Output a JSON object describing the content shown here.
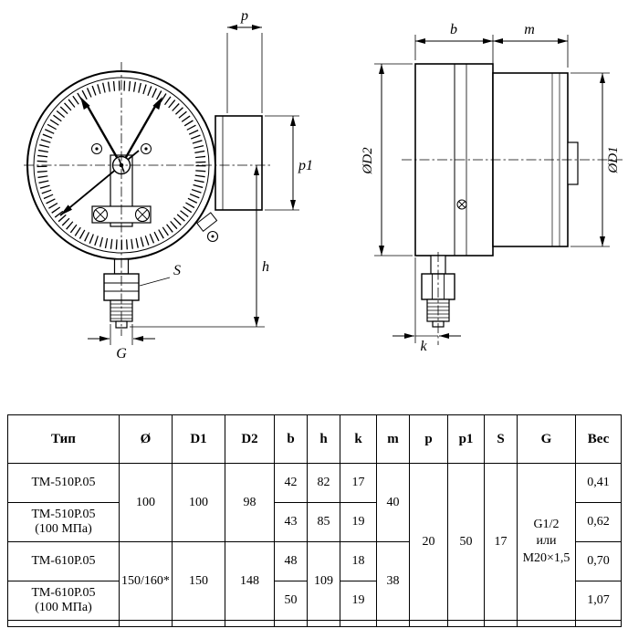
{
  "drawing": {
    "front_labels": {
      "p": "p",
      "p1": "p1",
      "h": "h",
      "s": "S",
      "g": "G"
    },
    "side_labels": {
      "b": "b",
      "m": "m",
      "d2": "ØD2",
      "d1": "ØD1",
      "k": "k"
    }
  },
  "table": {
    "headers": [
      "Тип",
      "Ø",
      "D1",
      "D2",
      "b",
      "h",
      "k",
      "m",
      "p",
      "p1",
      "S",
      "G",
      "Вес"
    ],
    "rows": [
      {
        "tip": "ТМ-510Р.05",
        "o": "100",
        "d1": "100",
        "d2": "98",
        "b": "42",
        "h": "82",
        "k": "17",
        "m": "40",
        "p": "20",
        "p1": "50",
        "s": "17",
        "g": [
          "G1/2",
          "или",
          "M20×1,5"
        ],
        "ves": "0,41"
      },
      {
        "tip": "ТМ-510Р.05",
        "tip2": "(100 МПа)",
        "b": "43",
        "h": "85",
        "k": "19",
        "ves": "0,62"
      },
      {
        "tip": "ТМ-610Р.05",
        "o": "150/160*",
        "d1": "150",
        "d2": "148",
        "b": "48",
        "h": "109",
        "k": "18",
        "m": "38",
        "ves": "0,70"
      },
      {
        "tip": "ТМ-610Р.05",
        "tip2": "(100 МПа)",
        "b": "50",
        "k": "19",
        "ves": "1,07"
      }
    ]
  }
}
